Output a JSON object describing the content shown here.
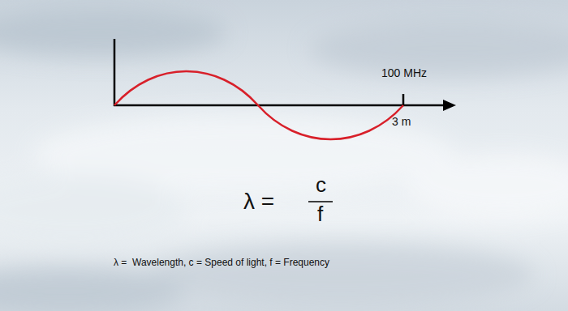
{
  "diagram": {
    "labels": [
      "100 MHz",
      "3 m",
      "λ =",
      "c",
      "f",
      "λ =  Wavelength, c = Speed of light, f = Frequency"
    ]
  }
}
